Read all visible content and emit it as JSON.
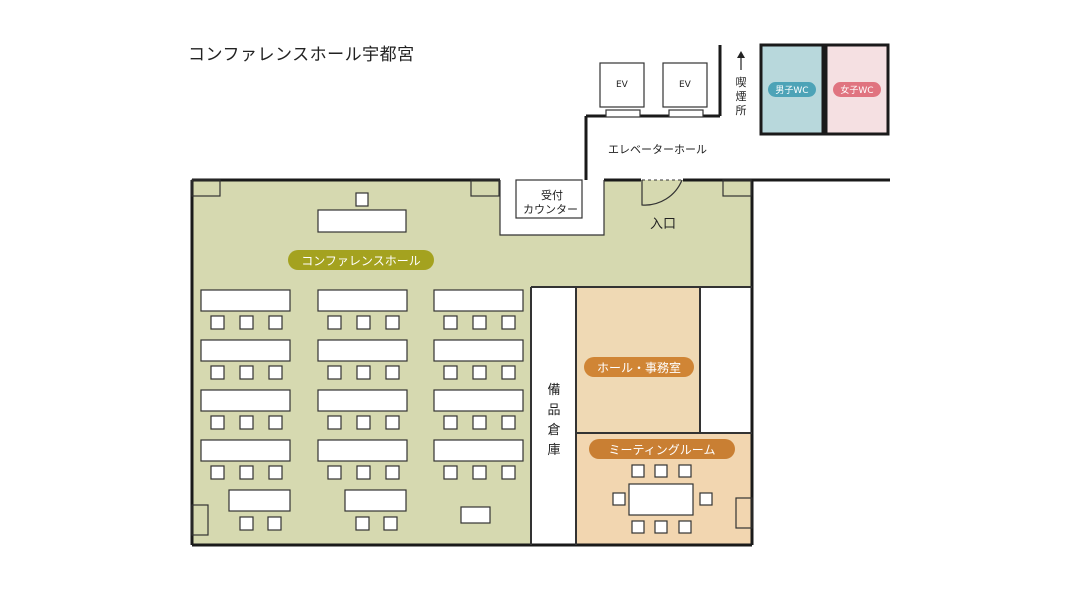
{
  "title": "コンファレンスホール宇都宮",
  "rooms": {
    "conference_hall": "コンファレンスホール",
    "office": "ホール・事務室",
    "meeting_room": "ミーティングルーム",
    "storage": "備品倉庫",
    "elevator_hall": "エレベーターホール",
    "reception": [
      "受付",
      "カウンター"
    ],
    "entrance": "入口",
    "smoking_area": "喫煙所",
    "mens_wc": "男子WC",
    "womens_wc": "女子WC",
    "elevator_labels": [
      "EV",
      "EV"
    ]
  },
  "colors": {
    "conference_hall": "#d6d9b0",
    "office": "#efd9b4",
    "meeting_room": "#f2d6b0",
    "mens_wc": "#b8d8dc",
    "womens_wc": "#f5e0e2",
    "pill_conference": "#a4a21f",
    "pill_office": "#d08535",
    "pill_meeting": "#c97f33",
    "pill_mens": "#4da3b7",
    "pill_womens": "#e07480",
    "wall": "#1a1a1a"
  }
}
